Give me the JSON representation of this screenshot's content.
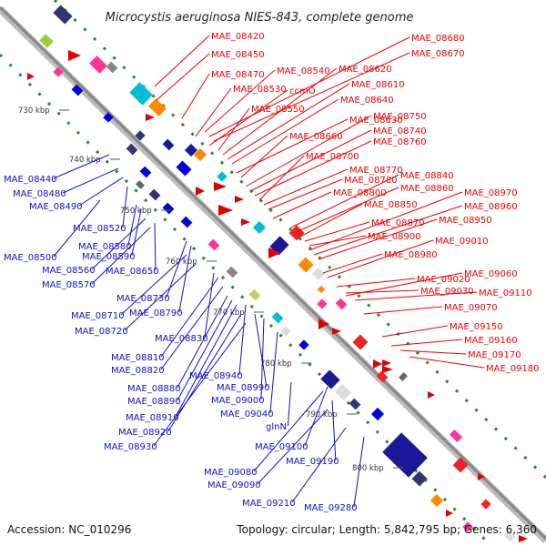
{
  "title": "Microcystis aeruginosa NIES-843, complete genome",
  "footer": {
    "accession": "Accession: NC_010296",
    "summary": "Topology: circular; Length: 5,842,795 bp; Genes: 6,360"
  },
  "colors": {
    "plus_label": "#ee0000",
    "minus_label": "#1010cc",
    "backbone": "#999999",
    "dots": "#228822"
  },
  "scale_labels": [
    "730 kbp",
    "740 kbp",
    "750 kbp",
    "760 kbp",
    "770 kbp",
    "780 kbp",
    "790 kbp",
    "800 kbp"
  ],
  "plus_genes": [
    "MAE_08420",
    "MAE_08450",
    "MAE_08470",
    "MAE_08530",
    "MAE_08540",
    "ccmO",
    "MAE_08550",
    "MAE_08620",
    "MAE_08610",
    "MAE_08640",
    "MAE_08630",
    "MAE_08660",
    "MAE_08680",
    "MAE_08670",
    "MAE_08750",
    "MAE_08740",
    "MAE_08760",
    "MAE_08700",
    "MAE_08770",
    "MAE_08780",
    "MAE_08800",
    "MAE_08840",
    "MAE_08860",
    "MAE_08850",
    "MAE_08870",
    "MAE_08900",
    "MAE_08980",
    "MAE_08970",
    "MAE_08960",
    "MAE_08950",
    "MAE_09010",
    "MAE_09020",
    "MAE_09030",
    "MAE_09060",
    "MAE_09110",
    "MAE_09070",
    "MAE_09150",
    "MAE_09160",
    "MAE_09170",
    "MAE_09180"
  ],
  "minus_genes": [
    "MAE_08440",
    "MAE_08480",
    "MAE_08490",
    "MAE_08520",
    "MAE_08500",
    "MAE_08580",
    "MAE_08590",
    "MAE_08560",
    "MAE_08650",
    "MAE_08570",
    "MAE_08730",
    "MAE_08790",
    "MAE_08710",
    "MAE_08720",
    "MAE_08830",
    "MAE_08810",
    "MAE_08820",
    "MAE_08940",
    "MAE_08880",
    "MAE_08990",
    "MAE_08890",
    "MAE_09000",
    "MAE_08910",
    "MAE_09040",
    "MAE_08920",
    "MAE_08930",
    "glnN",
    "MAE_09100",
    "MAE_09190",
    "MAE_09080",
    "MAE_09090",
    "MAE_09210",
    "MAE_09280"
  ]
}
